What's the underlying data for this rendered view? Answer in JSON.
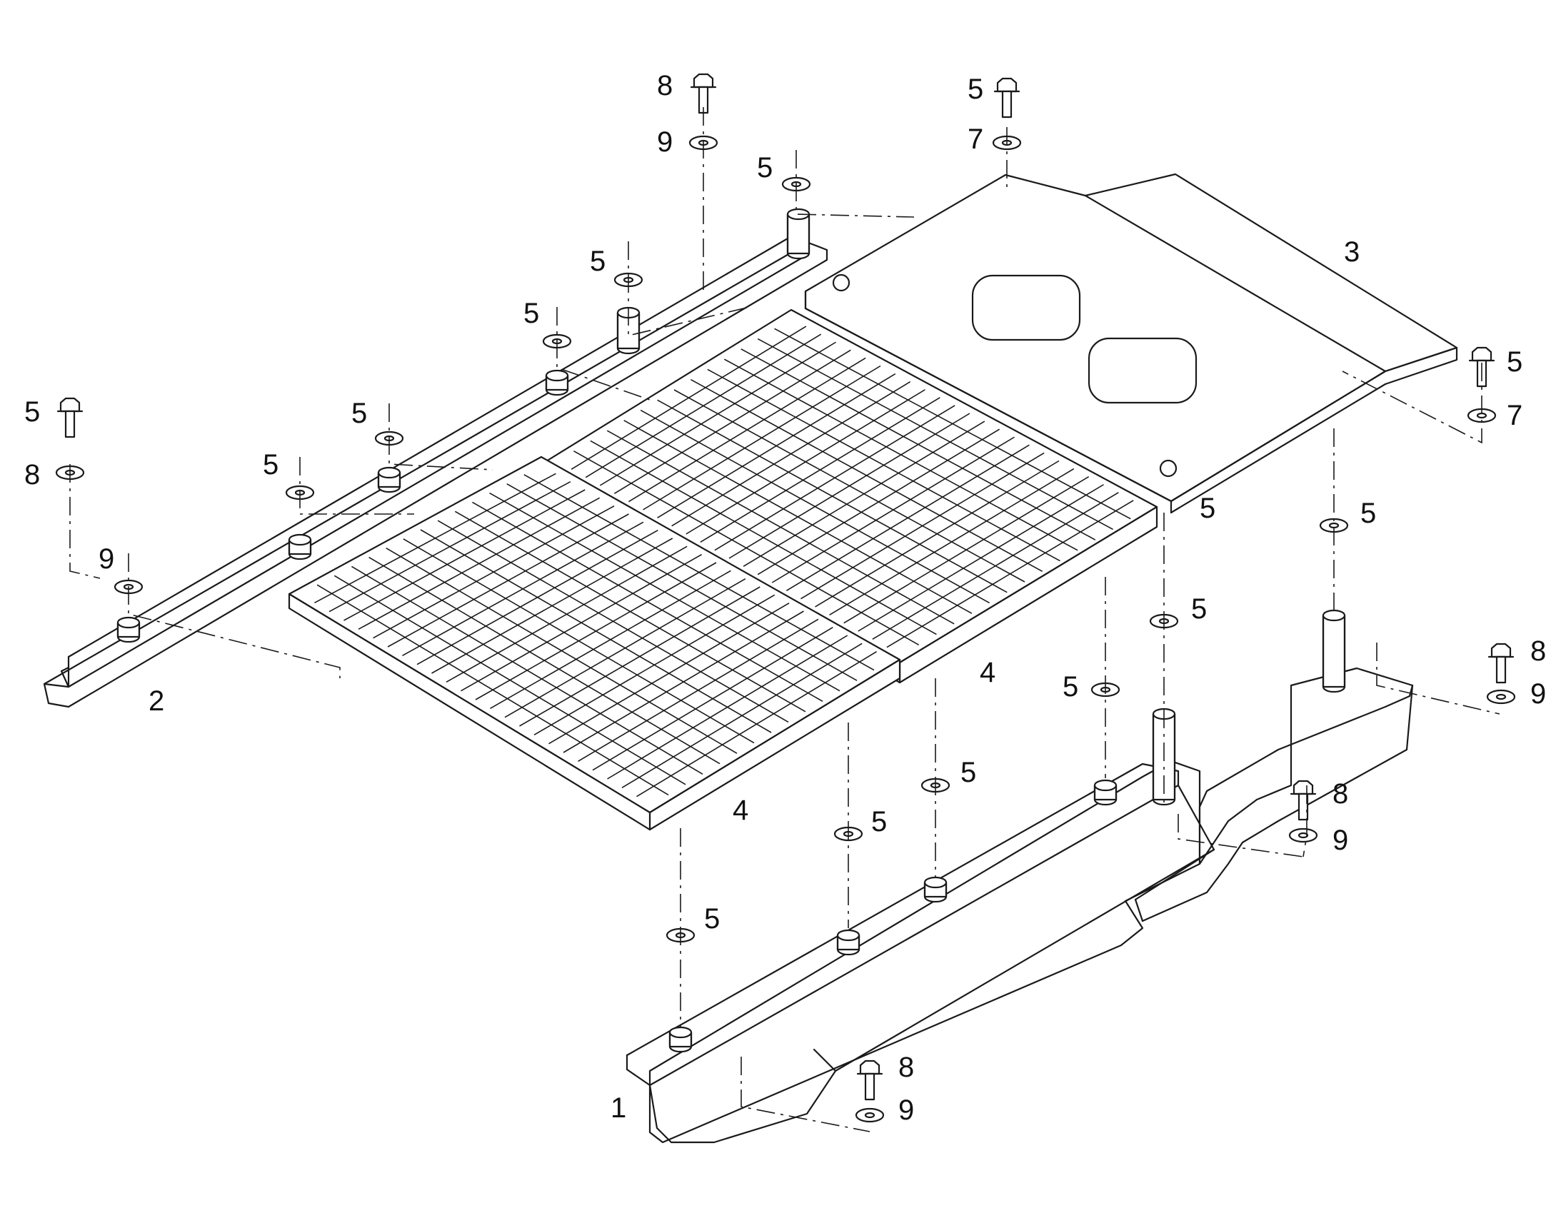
{
  "diagram": {
    "parts": [
      {
        "id": "rail-front",
        "label": "1"
      },
      {
        "id": "rail-rear",
        "label": "2"
      },
      {
        "id": "cover-plate",
        "label": "3"
      },
      {
        "id": "grating-left",
        "label": "4"
      },
      {
        "id": "grating-right",
        "label": "4"
      }
    ],
    "callouts": [
      "8",
      "9",
      "5",
      "5",
      "5",
      "5",
      "5",
      "5",
      "8",
      "9",
      "5",
      "7",
      "3",
      "5",
      "7",
      "5",
      "5",
      "4",
      "8",
      "9",
      "5",
      "5",
      "4",
      "5",
      "8",
      "9",
      "5",
      "1",
      "8",
      "9",
      "5",
      "2"
    ]
  }
}
